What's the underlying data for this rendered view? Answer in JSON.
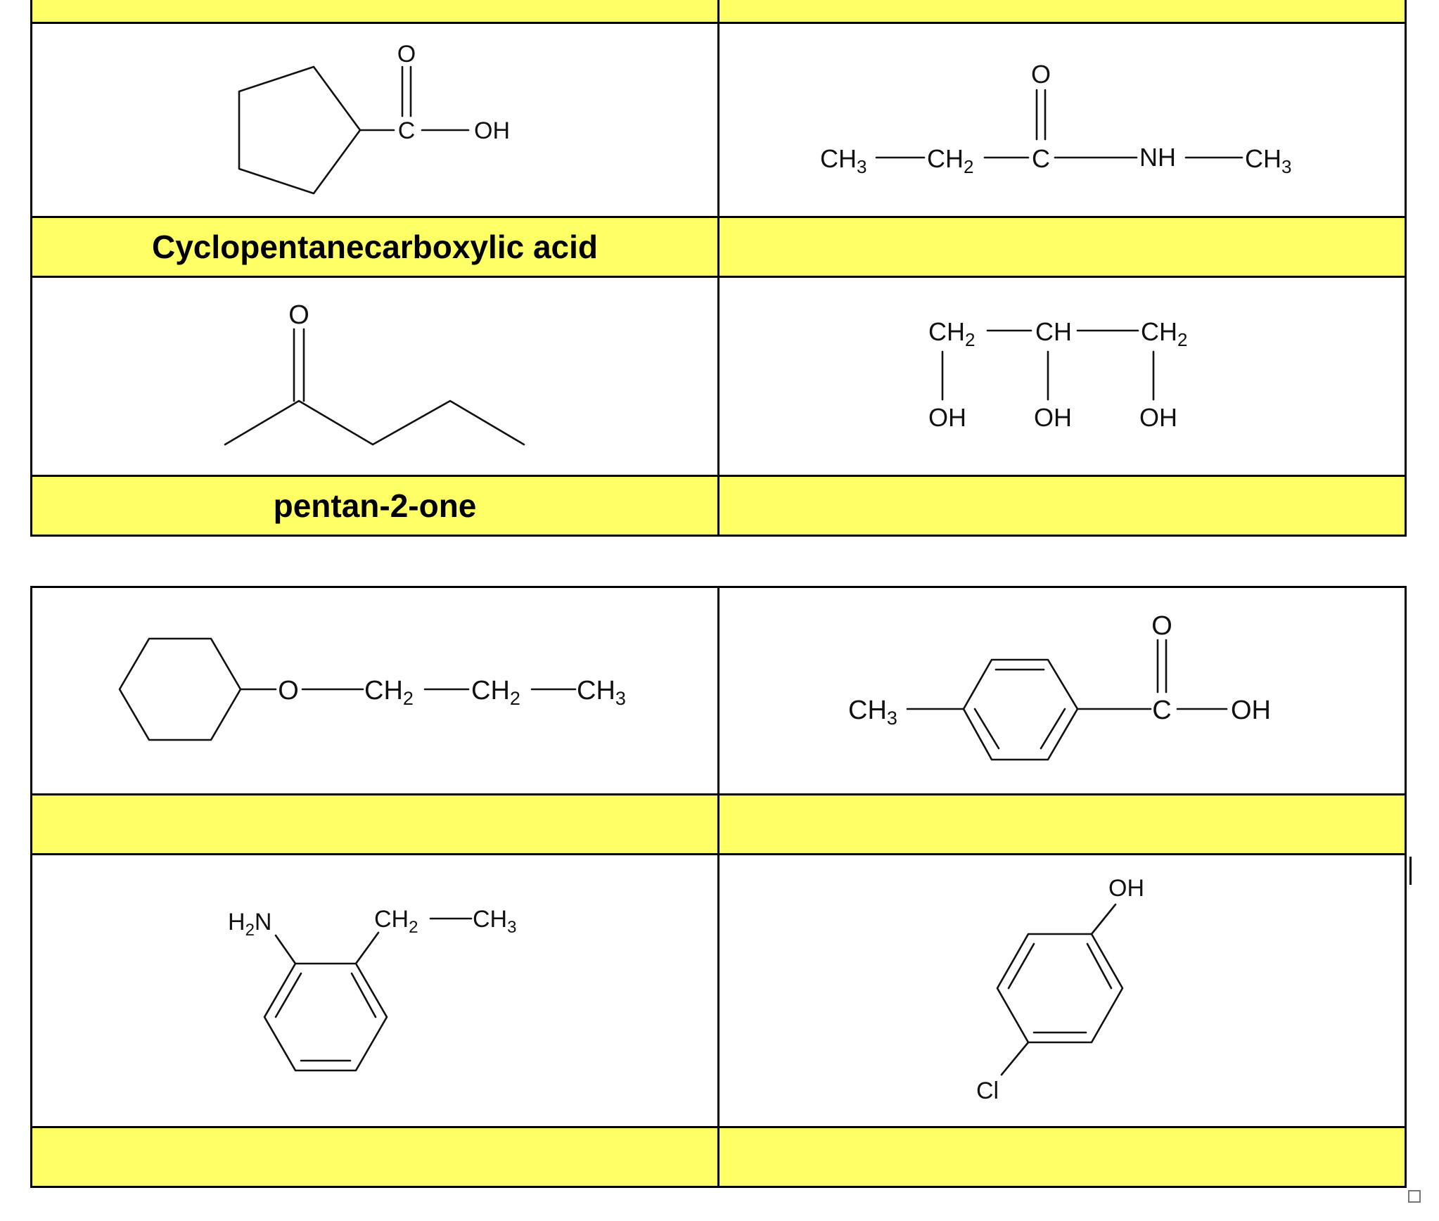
{
  "colors": {
    "name_band": "#ffff66",
    "border": "#000000",
    "background": "#ffffff"
  },
  "names": {
    "r1c1": "Cyclopentanecarboxylic acid",
    "r1c2": "",
    "r2c1": "pentan-2-one",
    "r2c2": "",
    "r3c1": "",
    "r3c2": "",
    "r4c1": "",
    "r4c2": ""
  },
  "structures": {
    "cyclopentanecarboxylic_acid": {
      "O": "O",
      "C": "C",
      "OH": "OH"
    },
    "amide": {
      "ch3a": "CH",
      "ch3a_sub": "3",
      "ch2": "CH",
      "ch2_sub": "2",
      "C": "C",
      "O": "O",
      "NH": "NH",
      "ch3b": "CH",
      "ch3b_sub": "3"
    },
    "pentanone": {
      "O": "O"
    },
    "glycerol": {
      "ch2a": "CH",
      "ch2a_sub": "2",
      "ch": "CH",
      "ch2b": "CH",
      "ch2b_sub": "2",
      "oh1": "OH",
      "oh2": "OH",
      "oh3": "OH"
    },
    "ether": {
      "O": "O",
      "ch2a": "CH",
      "ch2a_sub": "2",
      "ch2b": "CH",
      "ch2b_sub": "2",
      "ch3": "CH",
      "ch3_sub": "3"
    },
    "toluic_acid": {
      "ch3": "CH",
      "ch3_sub": "3",
      "C": "C",
      "O": "O",
      "OH": "OH"
    },
    "ethylaniline": {
      "h2n_h": "H",
      "h2n_sub": "2",
      "h2n_n": "N",
      "ch2": "CH",
      "ch2_sub": "2",
      "ch3": "CH",
      "ch3_sub": "3"
    },
    "chlorophenol": {
      "OH": "OH",
      "Cl": "Cl"
    }
  }
}
